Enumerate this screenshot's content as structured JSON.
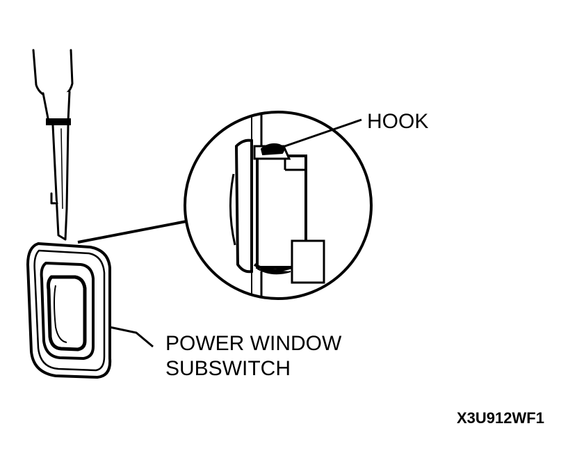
{
  "labels": {
    "hook": "HOOK",
    "power_window_line1": "POWER WINDOW",
    "power_window_line2": "SUBSWITCH",
    "figure_code": "X3U912WF1"
  },
  "colors": {
    "ink": "#000000",
    "paper": "#ffffff"
  }
}
